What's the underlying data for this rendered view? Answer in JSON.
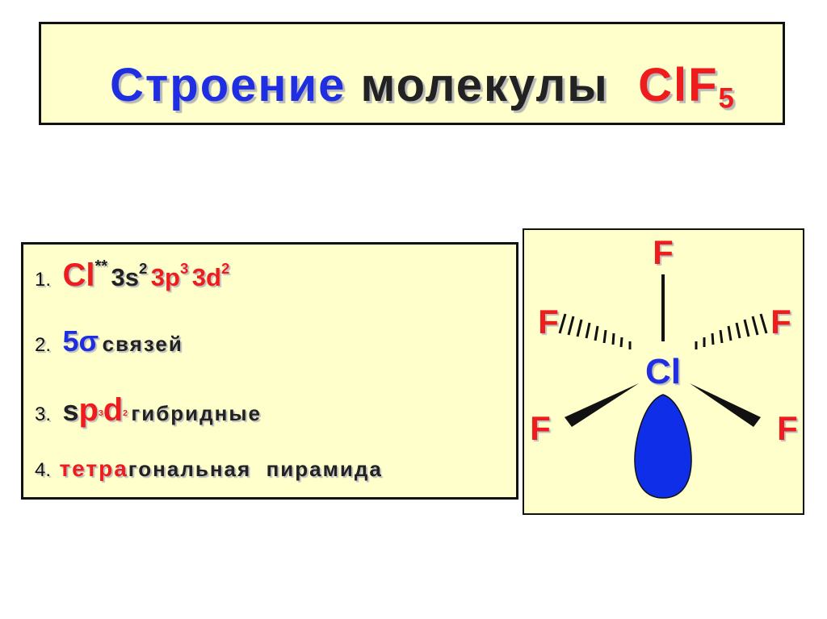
{
  "title": {
    "word1": "Строение",
    "word2": "молекулы",
    "formula_main": "ClF",
    "formula_sub": "5"
  },
  "list": [
    {
      "number": "1.",
      "element": "Cl",
      "element_sup": "**",
      "config_black": "3s",
      "config_black_sup": "2",
      "config_red1": "3p",
      "config_red1_sup": "3",
      "config_red2": "3d",
      "config_red2_sup": "2"
    },
    {
      "number": "2.",
      "count": "5σ",
      "text": "связей"
    },
    {
      "number": "3.",
      "s": "s",
      "p": "p",
      "p_sup": "3",
      "d": "d",
      "d_sup": "2",
      "text": "гибридные"
    },
    {
      "number": "4.",
      "prefix": "тетра",
      "rest": "гональная  пирамида"
    }
  ],
  "diagram": {
    "central_atom": "Cl",
    "ligands": [
      "F",
      "F",
      "F",
      "F",
      "F"
    ],
    "colors": {
      "fluorine": "#ee1c1c",
      "chlorine": "#1f2ee0",
      "lone_pair": "#0f2ee8",
      "bond": "#111111"
    }
  }
}
